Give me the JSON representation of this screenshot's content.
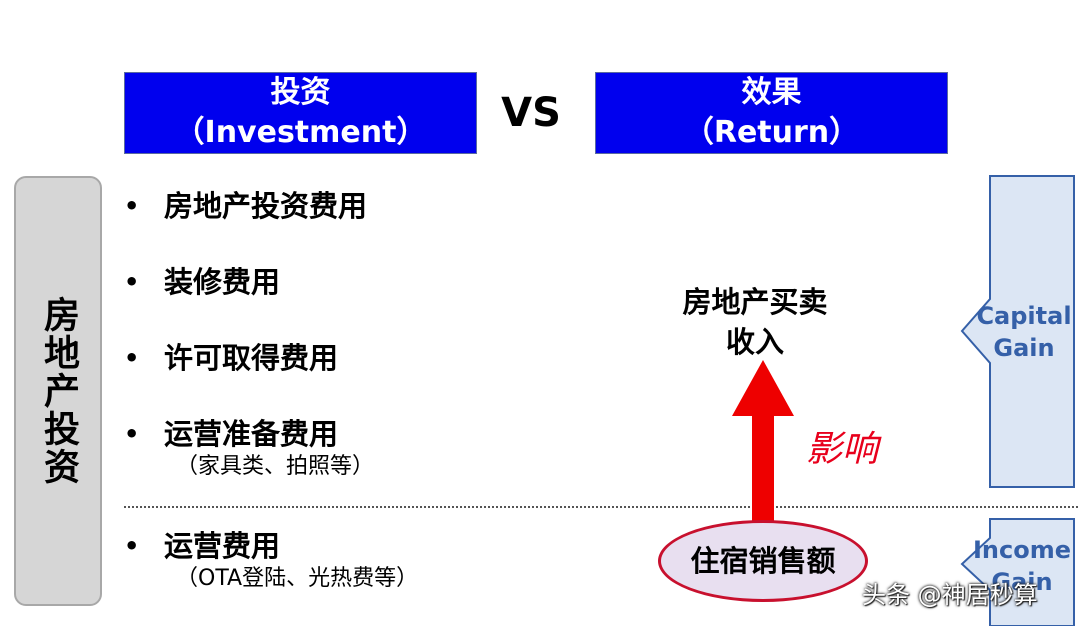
{
  "header": {
    "investment_line1": "投资",
    "investment_line2": "（Investment）",
    "vs": "VS",
    "return_line1": "效果",
    "return_line2": "（Return）"
  },
  "side_label": "房地产投资",
  "bullet_glyph": "•",
  "investment_items": [
    {
      "main": "房地产投资费用",
      "sub": ""
    },
    {
      "main": "装修费用",
      "sub": ""
    },
    {
      "main": "许可取得费用",
      "sub": ""
    },
    {
      "main": "运营准备费用",
      "sub": "（家具类、拍照等）"
    },
    {
      "main": "运营费用",
      "sub": "（OTA登陆、光热费等）"
    }
  ],
  "result": {
    "line1": "房地产买卖",
    "line2": "收入"
  },
  "impact_label": "影响",
  "ellipse_label": "住宿销售额",
  "chevrons": {
    "capital_line1": "Capital",
    "capital_line2": "Gain",
    "income_line1": "Income",
    "income_line2": "Gain"
  },
  "watermark": "头条 @神居秒算",
  "colors": {
    "header_bg": "#0000ee",
    "arrow": "#ee0000",
    "impact_text": "#e8001c",
    "ellipse_fill": "#e8dff0",
    "ellipse_border": "#c8102e",
    "chevron_fill": "#dce6f4",
    "chevron_stroke": "#3560a8"
  }
}
